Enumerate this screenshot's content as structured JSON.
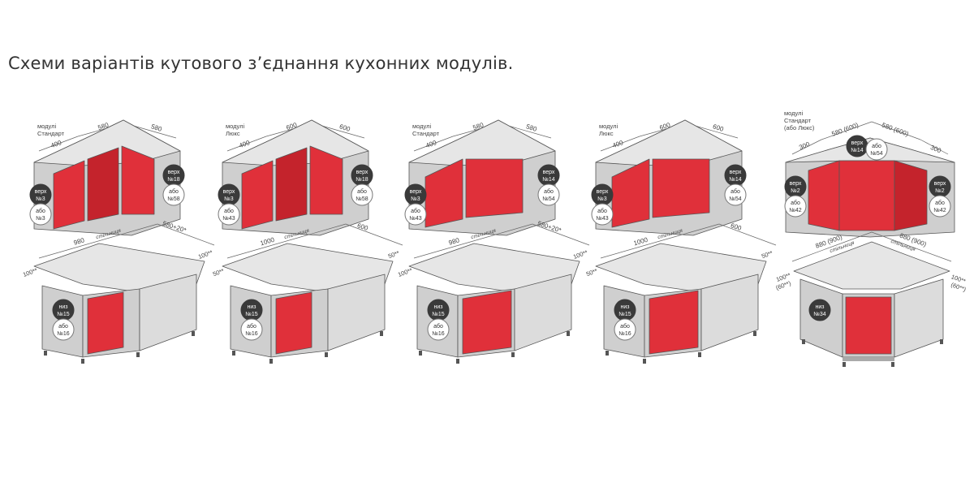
{
  "title": "Схеми варіантів кутового з’єднання кухонних модулів.",
  "colors": {
    "red": "#e0303a",
    "redDark": "#c4232c",
    "gray": "#cfcfcf",
    "top": "#e6e6e6",
    "outline": "#555555",
    "badge": "#3a3a3a"
  },
  "variants": [
    {
      "series": [
        "модулі",
        "Стандарт"
      ],
      "upper_dims": [
        "400",
        "580",
        "580"
      ],
      "top_badge": [
        "верх",
        "№3"
      ],
      "top_alt": [
        "або",
        "№3"
      ],
      "top_badge2": [
        "верх",
        "№18"
      ],
      "top_alt2": [
        "або",
        "№58"
      ],
      "counter_left": "980",
      "counter_word": "стільниця",
      "counter_right": "580+20*",
      "offset_left": "100**",
      "offset_right": "100**",
      "bottom_badge": [
        "низ",
        "№15"
      ],
      "bottom_alt": [
        "або",
        "№16"
      ]
    },
    {
      "series": [
        "модулі",
        "Люкс"
      ],
      "upper_dims": [
        "400",
        "600",
        "600"
      ],
      "top_badge": [
        "верх",
        "№3"
      ],
      "top_alt": [
        "або",
        "№43"
      ],
      "top_badge2": [
        "верх",
        "№18"
      ],
      "top_alt2": [
        "або",
        "№58"
      ],
      "counter_left": "1000",
      "counter_word": "стільниця",
      "counter_right": "600",
      "offset_left": "50**",
      "offset_right": "50**",
      "bottom_badge": [
        "низ",
        "№15"
      ],
      "bottom_alt": [
        "або",
        "№16"
      ]
    },
    {
      "series": [
        "модулі",
        "Стандарт"
      ],
      "upper_dims": [
        "400",
        "580",
        "580"
      ],
      "top_badge": [
        "верх",
        "№3"
      ],
      "top_alt": [
        "або",
        "№43"
      ],
      "top_badge2": [
        "верх",
        "№14"
      ],
      "top_alt2": [
        "або",
        "№54"
      ],
      "counter_left": "980",
      "counter_word": "стільниця",
      "counter_right": "580+20*",
      "offset_left": "100**",
      "offset_right": "100**",
      "bottom_badge": [
        "низ",
        "№15"
      ],
      "bottom_alt": [
        "або",
        "№16"
      ]
    },
    {
      "series": [
        "модулі",
        "Люкс"
      ],
      "upper_dims": [
        "400",
        "600",
        "600"
      ],
      "top_badge": [
        "верх",
        "№3"
      ],
      "top_alt": [
        "або",
        "№43"
      ],
      "top_badge2": [
        "верх",
        "№14"
      ],
      "top_alt2": [
        "або",
        "№54"
      ],
      "counter_left": "1000",
      "counter_word": "стільниця",
      "counter_right": "600",
      "offset_left": "50**",
      "offset_right": "50**",
      "bottom_badge": [
        "низ",
        "№15"
      ],
      "bottom_alt": [
        "або",
        "№16"
      ]
    }
  ],
  "corner": {
    "series": [
      "модулі",
      "Стандарт",
      "(або Люкс)"
    ],
    "upper_dims": [
      "300",
      "580 (600)",
      "580 (600)",
      "300"
    ],
    "center_badge": [
      "верх",
      "№14"
    ],
    "center_alt": [
      "або",
      "№54"
    ],
    "left_badge": [
      "верх",
      "№2"
    ],
    "left_alt": [
      "або",
      "№42"
    ],
    "right_badge": [
      "верх",
      "№2"
    ],
    "right_alt": [
      "або",
      "№42"
    ],
    "counter_left": "880 (900)",
    "counter_right": "880 (900)",
    "counter_word": "стільниця",
    "offset_left": [
      "100**",
      "(60**)"
    ],
    "offset_right": [
      "100**",
      "(60**)"
    ],
    "bottom_badge": [
      "низ",
      "№34"
    ]
  }
}
